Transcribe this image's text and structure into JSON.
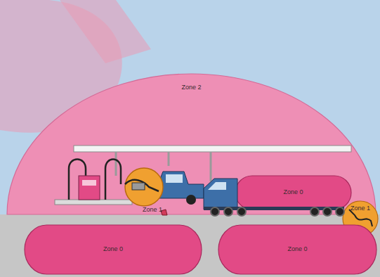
{
  "diagram": {
    "nodes": [
      {
        "text": [
          "Zone 2"
        ]
      },
      {
        "text": [
          "Zone 0"
        ],
        "in": 0
      },
      {
        "text": [
          "Zone 1"
        ]
      },
      {
        "text": [
          "Zone 0"
        ]
      },
      {
        "text": [
          "Zone 0"
        ]
      }
    ],
    "labels": [
      "Zone 1"
    ]
  }
}
